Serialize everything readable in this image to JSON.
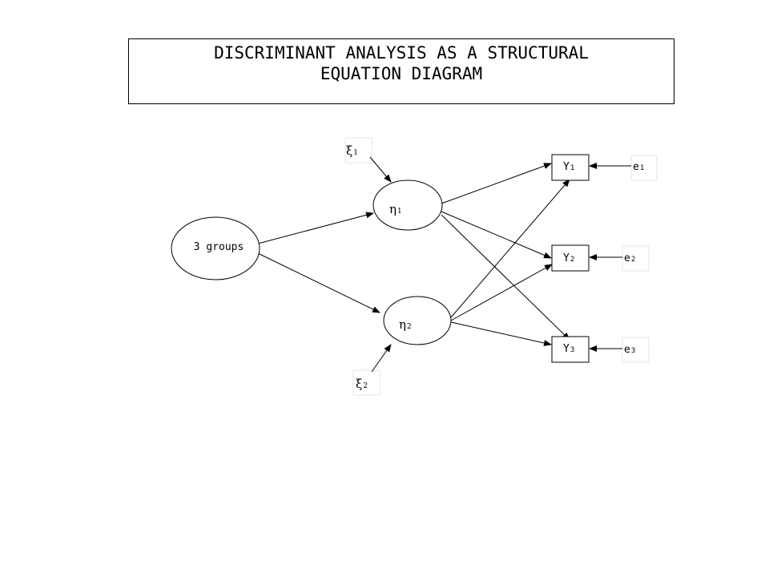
{
  "title": {
    "line1": "DISCRIMINANT ANALYSIS AS A STRUCTURAL",
    "line2": "EQUATION DIAGRAM"
  },
  "nodes": {
    "groups": "3 groups",
    "eta1": {
      "base": "η",
      "sub": "1"
    },
    "eta2": {
      "base": "η",
      "sub": "2"
    },
    "xi1": {
      "base": "ξ",
      "sub": "1"
    },
    "xi2": {
      "base": "ξ",
      "sub": "2"
    },
    "y1": {
      "base": "Y",
      "sub": "1"
    },
    "y2": {
      "base": "Y",
      "sub": "2"
    },
    "y3": {
      "base": "Y",
      "sub": "3"
    },
    "e1": {
      "base": "e",
      "sub": "1"
    },
    "e2": {
      "base": "e",
      "sub": "2"
    },
    "e3": {
      "base": "e",
      "sub": "3"
    }
  }
}
